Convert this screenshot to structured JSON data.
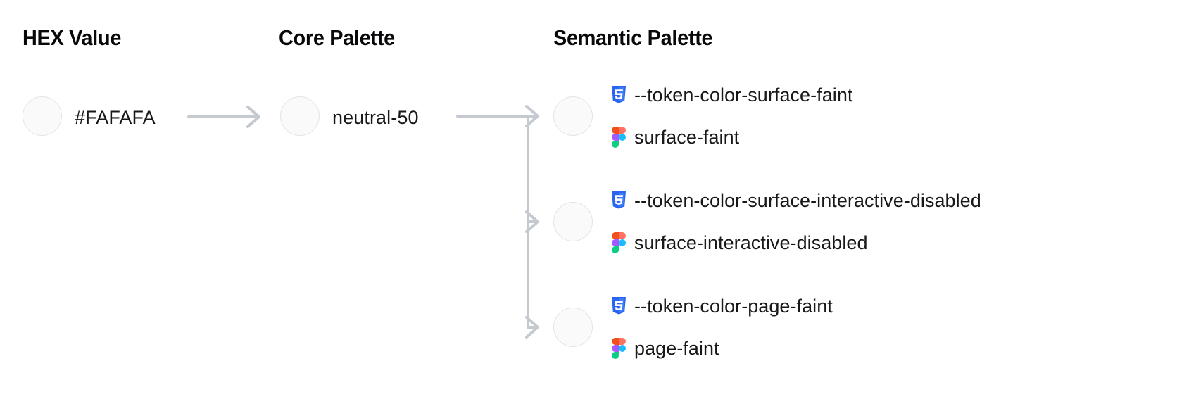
{
  "columns": {
    "hex": {
      "heading": "HEX Value"
    },
    "core": {
      "heading": "Core Palette"
    },
    "semantic": {
      "heading": "Semantic Palette"
    }
  },
  "hex": {
    "swatch_color": "#FAFAFA",
    "value": "#FAFAFA"
  },
  "core": {
    "swatch_color": "#FAFAFA",
    "value": "neutral-50"
  },
  "semantic": {
    "swatch_color": "#FAFAFA",
    "rows": [
      {
        "css_icon": "css3-icon",
        "css_token": "--token-color-surface-faint",
        "figma_icon": "figma-icon",
        "figma_token": "surface-faint"
      },
      {
        "css_icon": "css3-icon",
        "css_token": "--token-color-surface-interactive-disabled",
        "figma_icon": "figma-icon",
        "figma_token": "surface-interactive-disabled"
      },
      {
        "css_icon": "css3-icon",
        "css_token": "--token-color-page-faint",
        "figma_icon": "figma-icon",
        "figma_token": "page-faint"
      }
    ]
  },
  "colors": {
    "background": "#FFFFFF",
    "text": "#18181B",
    "heading_text": "#09090B",
    "swatch_border": "#E4E4E7",
    "connector": "#C5C9D0",
    "css_icon_blue": "#2965F1",
    "css_icon_blue_light": "#3D7DF2",
    "figma_orange": "#F24E1E",
    "figma_red": "#FF7262",
    "figma_purple": "#A259FF",
    "figma_blue": "#1ABCFE",
    "figma_green": "#0ACF83"
  },
  "connectors": {
    "arrow_hex_to_core": "arrow-right",
    "branch_core_to_semantic": "tree-branch-three-way"
  }
}
